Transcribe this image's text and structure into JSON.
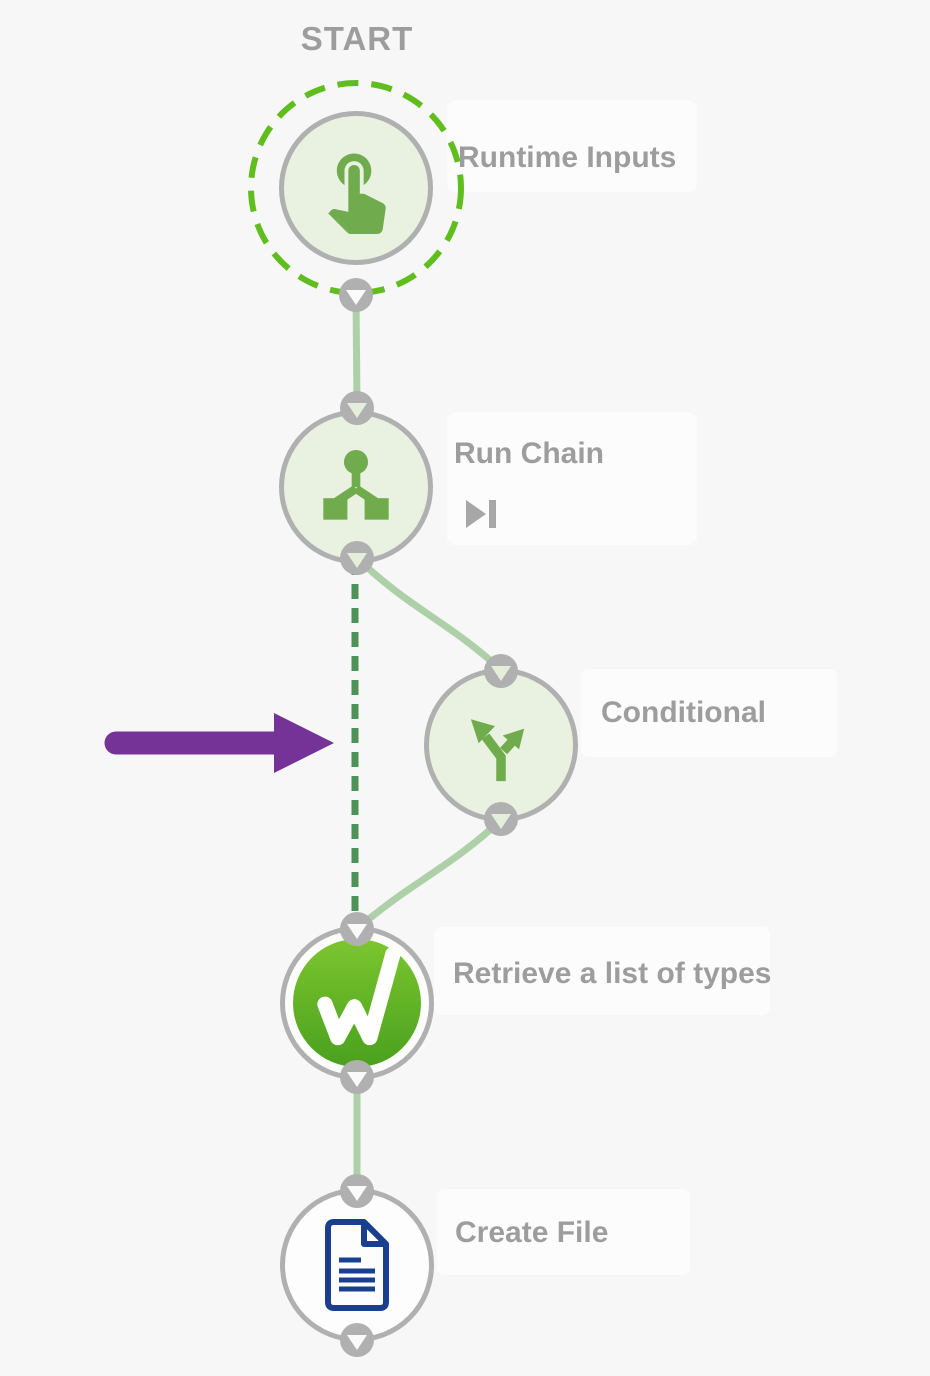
{
  "canvas": {
    "start_label": "START",
    "background": "#f7f7f7"
  },
  "nodes": [
    {
      "id": "runtime-inputs",
      "label": "Runtime Inputs",
      "icon": "touch-app-icon",
      "kind": "trigger",
      "highlighted_with_dashed_ring": true
    },
    {
      "id": "run-chain",
      "label": "Run Chain",
      "icon": "run-chain-icon",
      "badge_icon": "skip-to-end-icon"
    },
    {
      "id": "conditional",
      "label": "Conditional",
      "icon": "branch-arrows-icon"
    },
    {
      "id": "retrieve-list",
      "label": "Retrieve a list of types",
      "icon": "workato-logo-icon"
    },
    {
      "id": "create-file",
      "label": "Create File",
      "icon": "document-icon"
    }
  ],
  "edges": [
    {
      "from": "runtime-inputs",
      "to": "run-chain",
      "style": "solid-light-green"
    },
    {
      "from": "run-chain",
      "to": "conditional",
      "style": "solid-light-green-curve"
    },
    {
      "from": "run-chain",
      "to": "retrieve-list",
      "style": "dashed-dark-green"
    },
    {
      "from": "conditional",
      "to": "retrieve-list",
      "style": "solid-light-green-curve"
    },
    {
      "from": "retrieve-list",
      "to": "create-file",
      "style": "solid-light-green"
    }
  ],
  "annotation": {
    "type": "arrow-right",
    "color": "#753397",
    "points_at": "dashed-dark-green-edge"
  },
  "colors": {
    "label_gray": "#9d9d9d",
    "node_border_gray": "#b0b0b0",
    "node_fill_green": "#e9f2e1",
    "icon_green": "#70ab4d",
    "dashed_ring_lime": "#5fbe1e",
    "edge_light_green": "#aed0a8",
    "edge_dashed_dark_green": "#4b9356",
    "logo_green_top": "#7cc62f",
    "logo_green_bottom": "#4aa01e",
    "document_navy": "#1a3f8f",
    "annotation_purple": "#753397"
  }
}
